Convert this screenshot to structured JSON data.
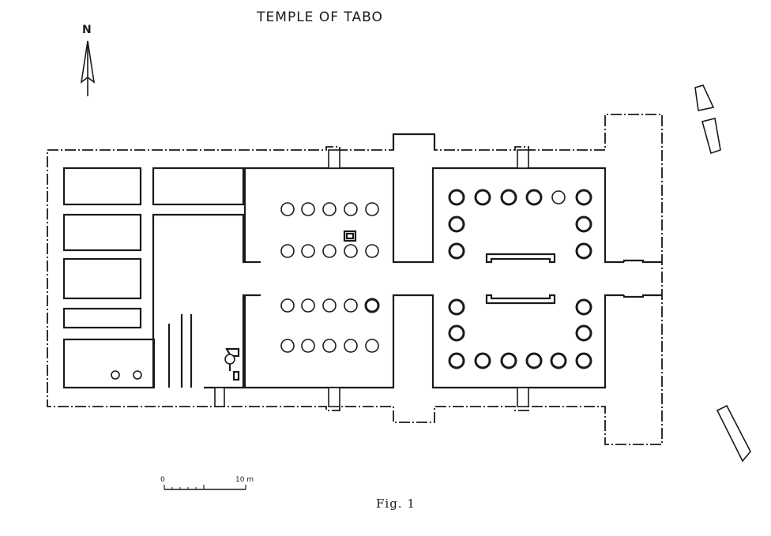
{
  "title": "TEMPLE OF TABO",
  "north_label": "N",
  "scale": {
    "start_label": "0",
    "end_label": "10 m"
  },
  "caption": "Fig. 1"
}
